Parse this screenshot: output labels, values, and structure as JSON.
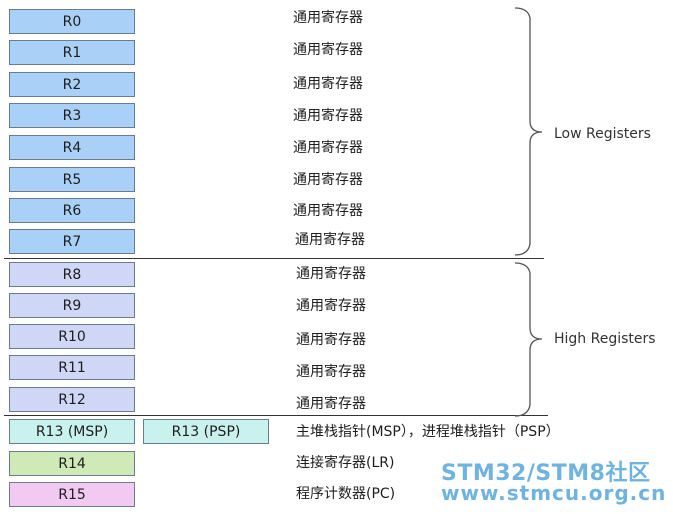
{
  "registers": [
    {
      "name": "R0",
      "desc": "通用寄存器"
    },
    {
      "name": "R1",
      "desc": "通用寄存器"
    },
    {
      "name": "R2",
      "desc": "通用寄存器"
    },
    {
      "name": "R3",
      "desc": "通用寄存器"
    },
    {
      "name": "R4",
      "desc": "通用寄存器"
    },
    {
      "name": "R5",
      "desc": "通用寄存器"
    },
    {
      "name": "R6",
      "desc": "通用寄存器"
    },
    {
      "name": "R7",
      "desc": "通用寄存器"
    },
    {
      "name": "R8",
      "desc": "通用寄存器"
    },
    {
      "name": "R9",
      "desc": "通用寄存器"
    },
    {
      "name": "R10",
      "desc": "通用寄存器"
    },
    {
      "name": "R11",
      "desc": "通用寄存器"
    },
    {
      "name": "R12",
      "desc": "通用寄存器"
    }
  ],
  "special": {
    "r13_msp": "R13 (MSP)",
    "r13_psp": "R13 (PSP)",
    "r13_desc": "主堆栈指针(MSP），进程堆栈指针（PSP）",
    "r14": "R14",
    "r14_desc": "连接寄存器(LR)",
    "r15": "R15",
    "r15_desc": "程序计数器(PC)"
  },
  "groups": {
    "low": "Low Registers",
    "high": "High Registers"
  },
  "watermark": {
    "line1": "STM32/STM8社区",
    "line2": "www.stmcu.org.cn"
  },
  "colors": {
    "low": "#a9d1f7",
    "high": "#cfd6f6",
    "sp": "#c9f1ee",
    "lr": "#cfe9b7",
    "pc": "#f2c9f0",
    "watermark": "#6fb3e0"
  }
}
